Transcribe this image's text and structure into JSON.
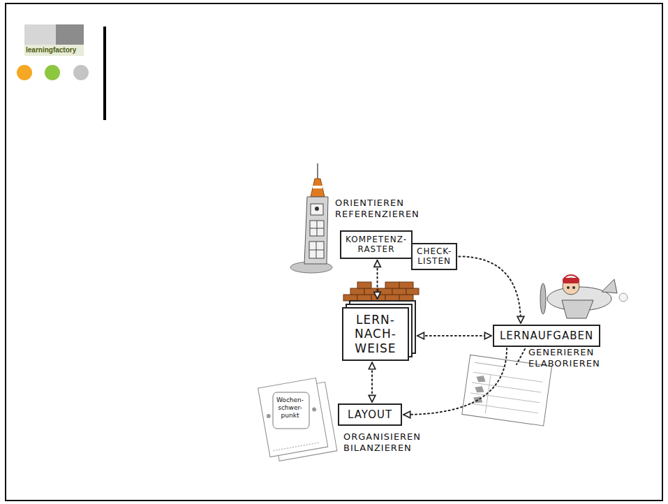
{
  "diagram": {
    "nodes": [
      {
        "text": [
          "KOMPETENZ- RASTER"
        ]
      },
      {
        "text": [
          "CHECK- LISTEN"
        ]
      },
      {
        "text": [
          "LERN- NACH- WEISE"
        ]
      },
      {
        "text": [
          "LERNAUFGABEN"
        ]
      },
      {
        "text": [
          "LAYOUT"
        ]
      }
    ],
    "edges": [
      {
        "from": 0,
        "to": 2,
        "arrow": "both"
      },
      {
        "from": 1,
        "to": 3,
        "arrow": "to"
      },
      {
        "from": 2,
        "to": 3,
        "arrow": "both"
      },
      {
        "from": 2,
        "to": 4,
        "arrow": "both"
      },
      {
        "from": 3,
        "to": 4,
        "arrow": "to"
      }
    ],
    "labels": [
      "learningfactory",
      "ORIENTIEREN REFERENZIEREN",
      "GENERIEREN ELABORIEREN",
      "Wochen- schwer- punkt",
      "ORGANISIEREN BILANZIEREN"
    ]
  }
}
